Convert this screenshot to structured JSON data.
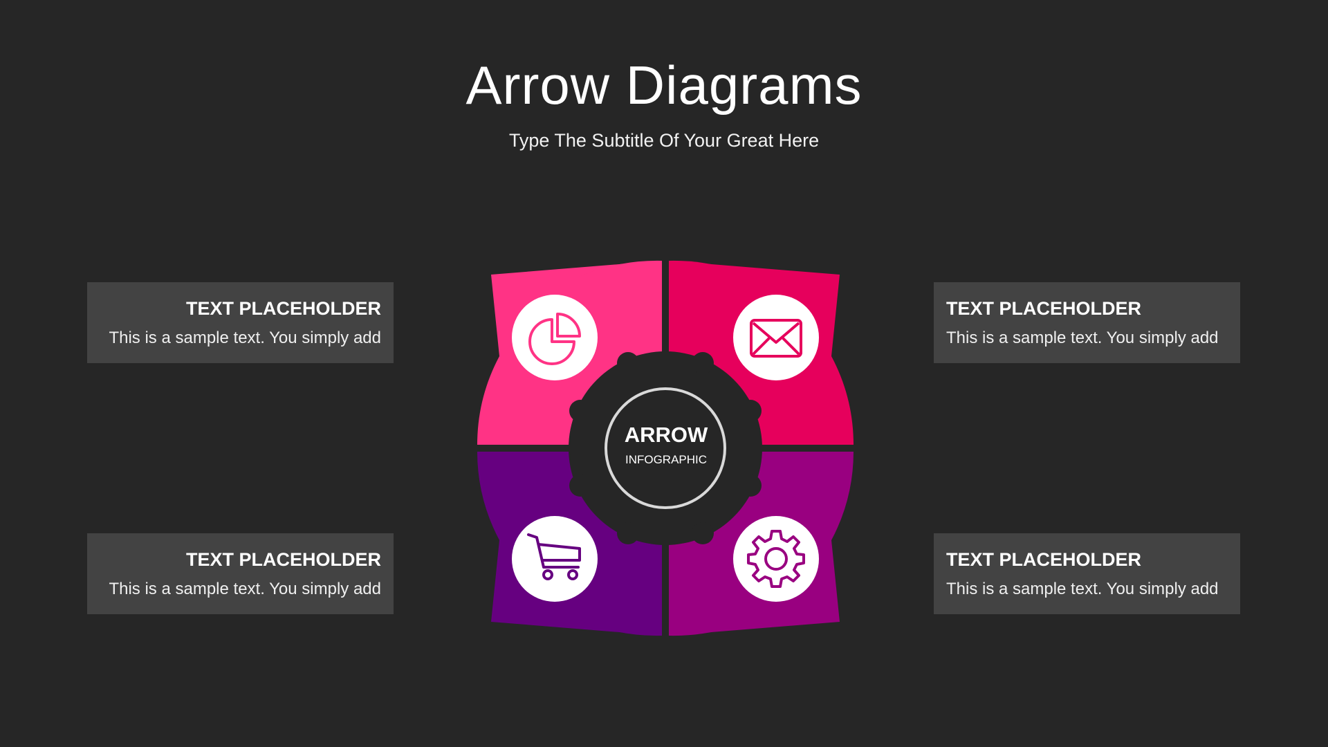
{
  "title": "Arrow Diagrams",
  "subtitle": "Type The Subtitle Of Your Great Here",
  "center": {
    "main": "ARROW",
    "sub": "INFOGRAPHIC"
  },
  "segments": [
    {
      "position": "top-left",
      "color": "#ff3385",
      "icon": "pie-chart-icon"
    },
    {
      "position": "top-right",
      "color": "#e6005c",
      "icon": "envelope-icon"
    },
    {
      "position": "bottom-left",
      "color": "#660080",
      "icon": "shopping-cart-icon"
    },
    {
      "position": "bottom-right",
      "color": "#990080",
      "icon": "gear-icon"
    }
  ],
  "boxes": {
    "top_left": {
      "title": "TEXT PLACEHOLDER",
      "text": "This is a sample text. You simply add"
    },
    "bottom_left": {
      "title": "TEXT PLACEHOLDER",
      "text": "This is a sample text. You simply add"
    },
    "top_right": {
      "title": "TEXT PLACEHOLDER",
      "text": "This is a sample text. You simply add"
    },
    "bottom_right": {
      "title": "TEXT PLACEHOLDER",
      "text": "This is a sample text. You simply add"
    }
  },
  "colors": {
    "background": "#262626",
    "box": "#434343",
    "hub": "#262626",
    "ring": "#d9d9d9"
  }
}
